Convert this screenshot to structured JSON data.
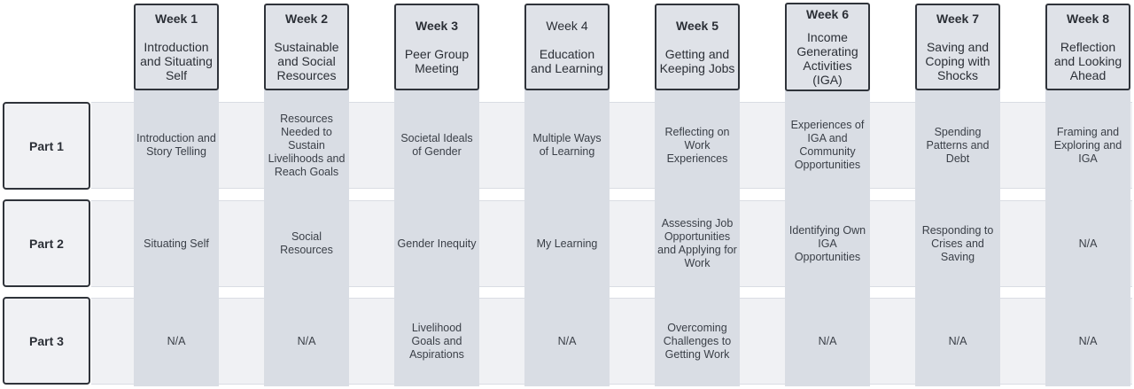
{
  "weeks": [
    {
      "label": "Week 1",
      "title": "Introduction and Situating Self"
    },
    {
      "label": "Week 2",
      "title": "Sustainable and Social Resources"
    },
    {
      "label": "Week 3",
      "title": "Peer Group Meeting"
    },
    {
      "label": "Week 4",
      "title": "Education and Learning"
    },
    {
      "label": "Week 5",
      "title": "Getting and Keeping Jobs"
    },
    {
      "label": "Week 6",
      "title": "Income Generating Activities (IGA)"
    },
    {
      "label": "Week 7",
      "title": "Saving and Coping with Shocks"
    },
    {
      "label": "Week 8",
      "title": "Reflection and Looking Ahead"
    }
  ],
  "parts": [
    {
      "label": "Part 1",
      "cells": [
        "Introduction and Story Telling",
        "Resources Needed to Sustain Livelihoods and Reach Goals",
        "Societal Ideals of Gender",
        "Multiple Ways of Learning",
        "Reflecting on Work Experiences",
        "Experiences of IGA and Community Opportunities",
        "Spending Patterns and Debt",
        "Framing and Exploring and IGA"
      ]
    },
    {
      "label": "Part 2",
      "cells": [
        "Situating Self",
        "Social Resources",
        "Gender Inequity",
        "My Learning",
        "Assessing Job Opportunities and Applying for Work",
        "Identifying Own IGA Opportunities",
        "Responding to Crises and Saving",
        "N/A"
      ]
    },
    {
      "label": "Part 3",
      "cells": [
        "N/A",
        "N/A",
        "Livelihood Goals and Aspirations",
        "N/A",
        "Overcoming Challenges to Getting Work",
        "N/A",
        "N/A",
        "N/A"
      ]
    }
  ]
}
